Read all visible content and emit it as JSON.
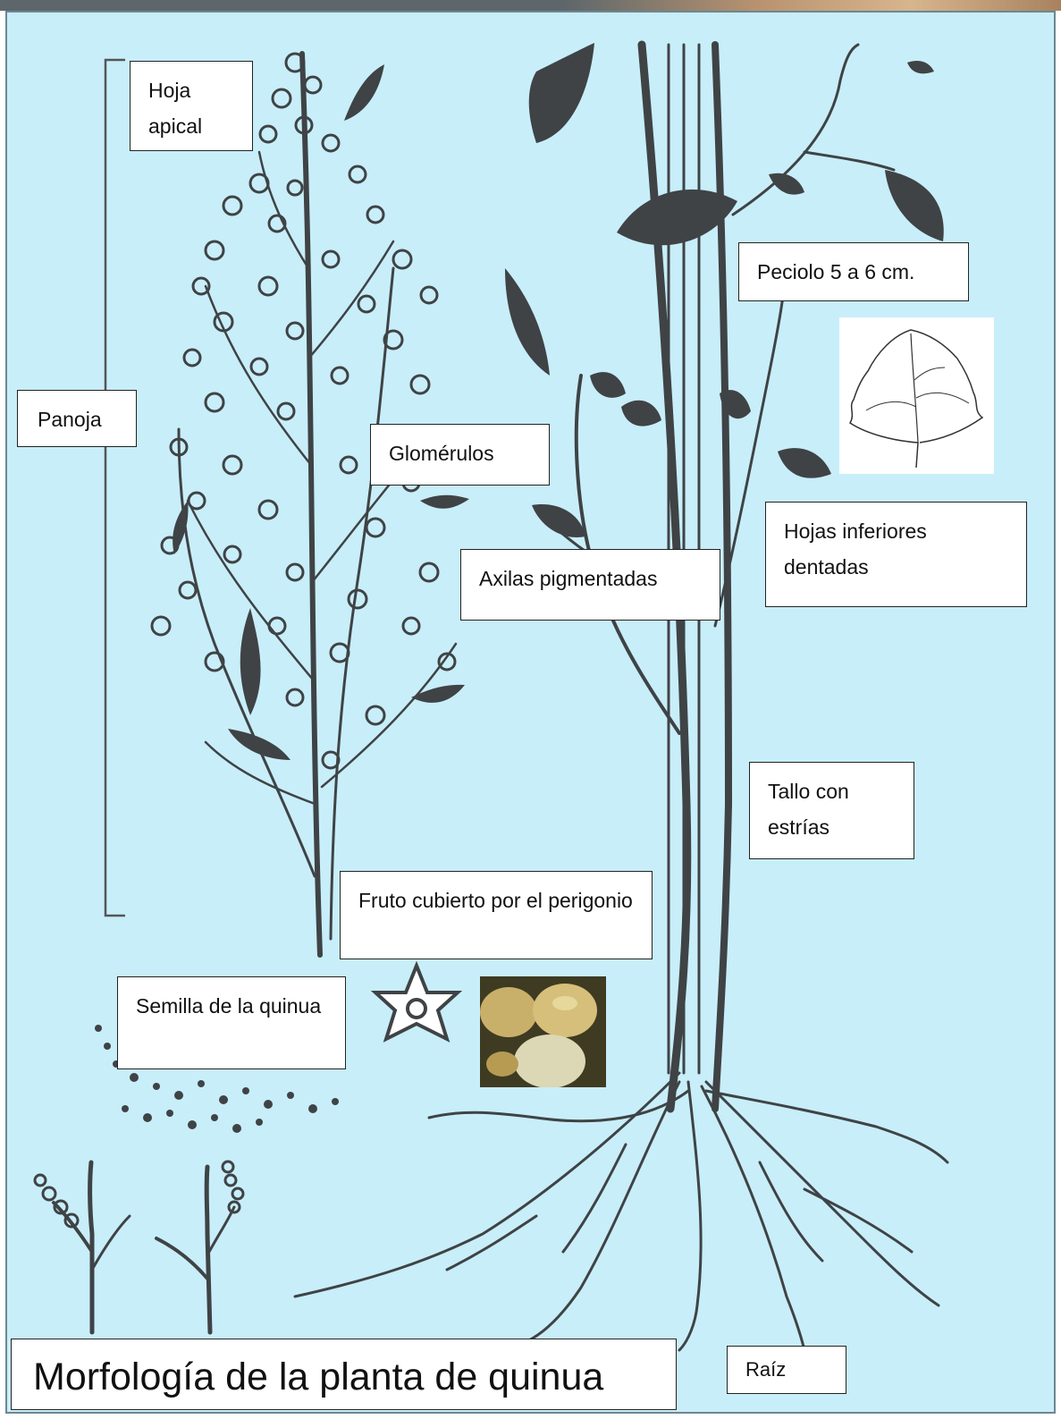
{
  "labels": {
    "hoja_apical": "Hoja apical",
    "panoja": "Panoja",
    "glomerulos": "Glomérulos",
    "peciolo": "Peciolo 5 a 6 cm.",
    "hojas_inferiores": "Hojas inferiores dentadas",
    "axilas": "Axilas pigmentadas",
    "tallo": "Tallo con estrías",
    "fruto": "Fruto cubierto por el perigonio",
    "semilla": "Semilla de la quinua",
    "raiz": "Raíz"
  },
  "title": "Morfología de la planta de quinua",
  "colors": {
    "background": "#c8eefa",
    "ink": "#3f4345",
    "label_bg": "#ffffff"
  }
}
